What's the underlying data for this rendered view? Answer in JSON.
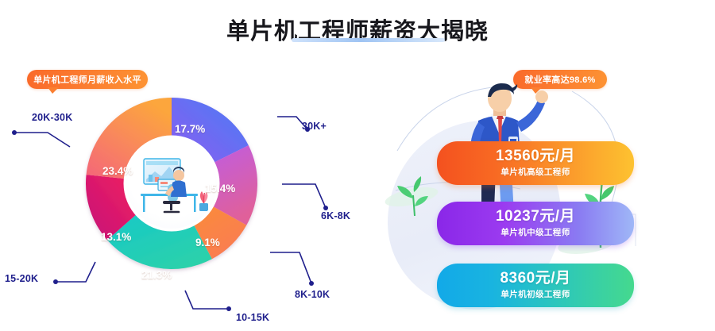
{
  "header": {
    "title": "单片机工程师薪资大揭晓"
  },
  "left_section": {
    "badge": "单片机工程师月薪收入水平",
    "center_illustration_name": "person-at-desk-illustration"
  },
  "right_section": {
    "badge": "就业率高达98.6%",
    "person_illustration_name": "businessman-presenting-illustration",
    "cards": [
      {
        "amount": "13560元/月",
        "role": "单片机高级工程师",
        "color_start": "#f4511f",
        "color_end": "#fdc230"
      },
      {
        "amount": "10237元/月",
        "role": "单片机中级工程师",
        "color_start": "#8a27e8",
        "color_end": "#9fb7f7"
      },
      {
        "amount": "8360元/月",
        "role": "单片机初级工程师",
        "color_start": "#12a9e8",
        "color_end": "#45d98e"
      }
    ]
  },
  "chart_data": {
    "type": "pie",
    "title": "单片机工程师月薪收入水平",
    "categories": [
      "30K+",
      "6K-8K",
      "8K-10K",
      "10-15K",
      "15-20K",
      "20K-30K"
    ],
    "values": [
      17.7,
      15.4,
      9.1,
      21.3,
      13.1,
      23.4
    ],
    "value_labels": [
      "17.7%",
      "15.4%",
      "9.1%",
      "21.3%",
      "13.1%",
      "23.4%"
    ],
    "colors": [
      "#7a5bf0",
      "#d45cc0",
      "#f98a44",
      "#25c8c0",
      "#e0145f",
      "#f2864a"
    ],
    "legend": "outside-leader-lines",
    "hole_ratio": 0.52,
    "unit": "%"
  }
}
